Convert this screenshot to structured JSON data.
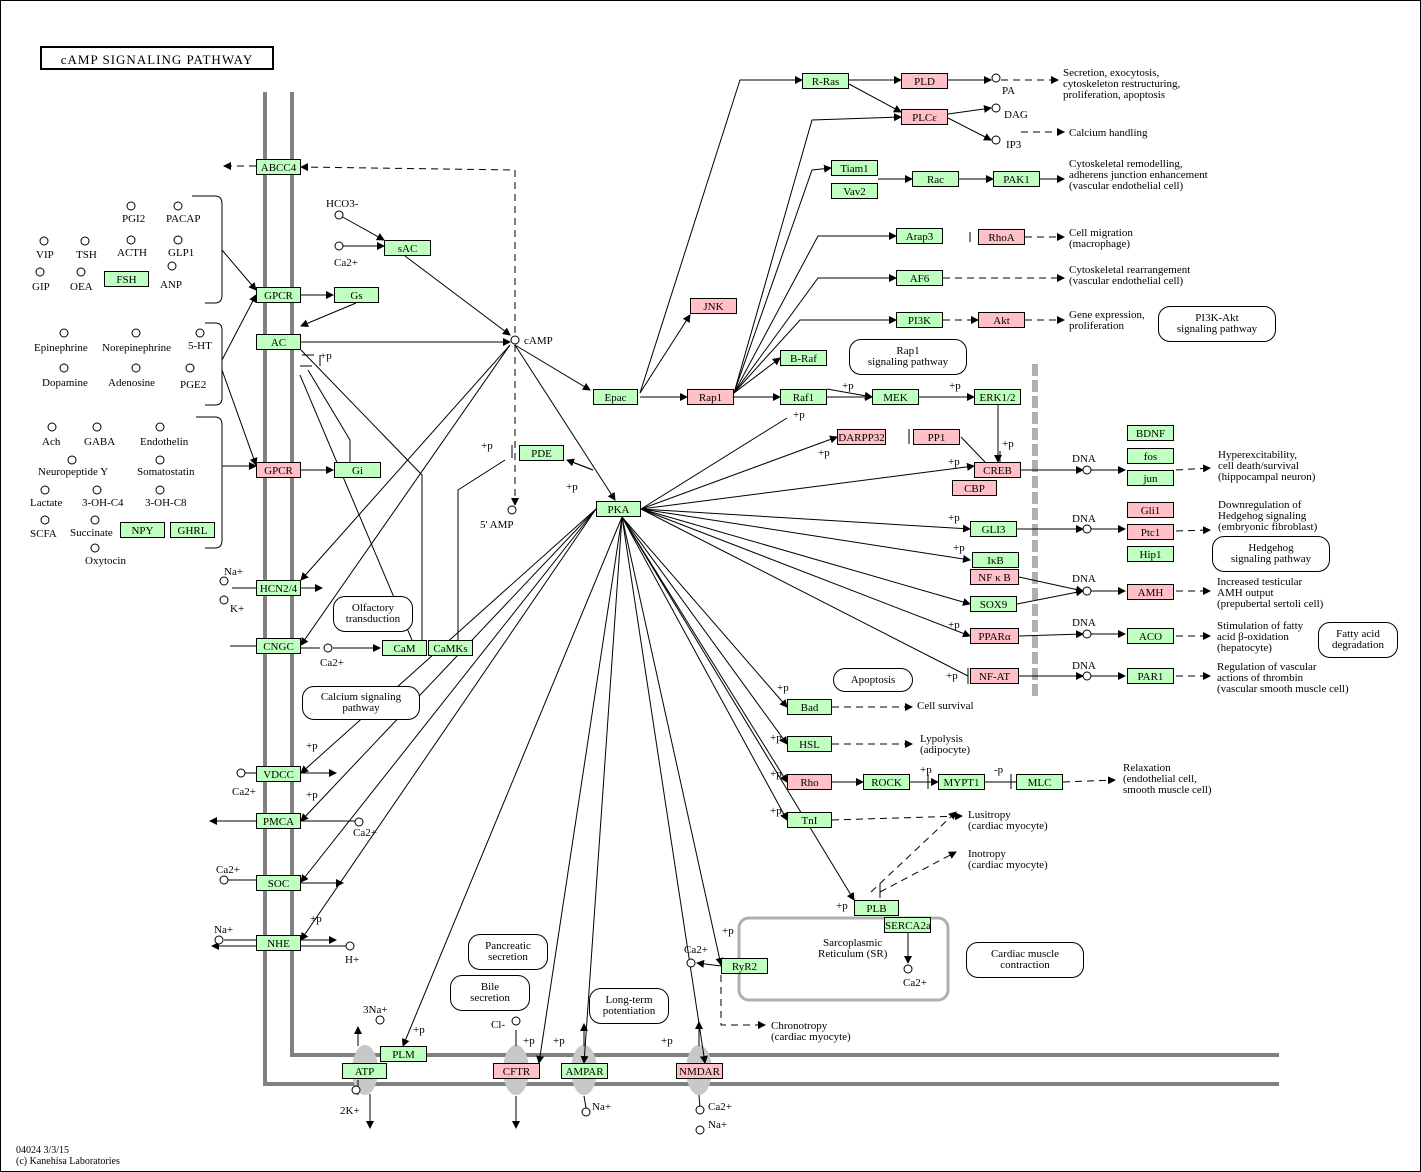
{
  "title": "cAMP SIGNALING PATHWAY",
  "footer": {
    "line1": "04024 3/3/15",
    "line2": "(c) Kanehisa Laboratories"
  },
  "colors": {
    "gene_green": "#bfffbf",
    "gene_pink": "#ffc0c8",
    "membrane": "#808080"
  },
  "genes": [
    {
      "id": "abcc4",
      "label": "ABCC4",
      "color": "green"
    },
    {
      "id": "gpcr1",
      "label": "GPCR",
      "color": "green"
    },
    {
      "id": "gs",
      "label": "Gs",
      "color": "green"
    },
    {
      "id": "ac",
      "label": "AC",
      "color": "green"
    },
    {
      "id": "gpcr2",
      "label": "GPCR",
      "color": "pink"
    },
    {
      "id": "gi",
      "label": "Gi",
      "color": "green"
    },
    {
      "id": "hcn",
      "label": "HCN2/4",
      "color": "green"
    },
    {
      "id": "cngc",
      "label": "CNGC",
      "color": "green"
    },
    {
      "id": "cam",
      "label": "CaM",
      "color": "green"
    },
    {
      "id": "camks",
      "label": "CaMKs",
      "color": "green"
    },
    {
      "id": "vdcc",
      "label": "VDCC",
      "color": "green"
    },
    {
      "id": "pmca",
      "label": "PMCA",
      "color": "green"
    },
    {
      "id": "soc",
      "label": "SOC",
      "color": "green"
    },
    {
      "id": "nhe",
      "label": "NHE",
      "color": "green"
    },
    {
      "id": "fsh",
      "label": "FSH",
      "color": "green"
    },
    {
      "id": "npy",
      "label": "NPY",
      "color": "green"
    },
    {
      "id": "ghrl",
      "label": "GHRL",
      "color": "green"
    },
    {
      "id": "sac",
      "label": "sAC",
      "color": "green"
    },
    {
      "id": "pde",
      "label": "PDE",
      "color": "green"
    },
    {
      "id": "pka",
      "label": "PKA",
      "color": "green"
    },
    {
      "id": "epac",
      "label": "Epac",
      "color": "green"
    },
    {
      "id": "rap1",
      "label": "Rap1",
      "color": "pink"
    },
    {
      "id": "jnk",
      "label": "JNK",
      "color": "pink"
    },
    {
      "id": "rras",
      "label": "R-Ras",
      "color": "green"
    },
    {
      "id": "pld",
      "label": "PLD",
      "color": "pink"
    },
    {
      "id": "plce",
      "label": "PLCε",
      "color": "pink"
    },
    {
      "id": "tiam1",
      "label": "Tiam1",
      "color": "green"
    },
    {
      "id": "vav2",
      "label": "Vav2",
      "color": "green"
    },
    {
      "id": "rac",
      "label": "Rac",
      "color": "green"
    },
    {
      "id": "pak1",
      "label": "PAK1",
      "color": "green"
    },
    {
      "id": "arap3",
      "label": "Arap3",
      "color": "green"
    },
    {
      "id": "rhoa",
      "label": "RhoA",
      "color": "pink"
    },
    {
      "id": "af6",
      "label": "AF6",
      "color": "green"
    },
    {
      "id": "pi3k",
      "label": "PI3K",
      "color": "green"
    },
    {
      "id": "akt",
      "label": "Akt",
      "color": "pink"
    },
    {
      "id": "braf",
      "label": "B-Raf",
      "color": "green"
    },
    {
      "id": "raf1",
      "label": "Raf1",
      "color": "green"
    },
    {
      "id": "mek",
      "label": "MEK",
      "color": "green"
    },
    {
      "id": "erk",
      "label": "ERK1/2",
      "color": "green"
    },
    {
      "id": "darpp",
      "label": "DARPP32",
      "color": "pink"
    },
    {
      "id": "pp1",
      "label": "PP1",
      "color": "pink"
    },
    {
      "id": "creb",
      "label": "CREB",
      "color": "pink"
    },
    {
      "id": "cbp",
      "label": "CBP",
      "color": "pink"
    },
    {
      "id": "bdnf",
      "label": "BDNF",
      "color": "green"
    },
    {
      "id": "fos",
      "label": "fos",
      "color": "green"
    },
    {
      "id": "jun",
      "label": "jun",
      "color": "green"
    },
    {
      "id": "gli3",
      "label": "GLI3",
      "color": "green"
    },
    {
      "id": "gli1",
      "label": "Gli1",
      "color": "pink"
    },
    {
      "id": "ptc1",
      "label": "Ptc1",
      "color": "pink"
    },
    {
      "id": "hip1",
      "label": "Hip1",
      "color": "green"
    },
    {
      "id": "ikb",
      "label": "IκB",
      "color": "green"
    },
    {
      "id": "nfkb",
      "label": "NF κ B",
      "color": "pink"
    },
    {
      "id": "sox9",
      "label": "SOX9",
      "color": "green"
    },
    {
      "id": "amh",
      "label": "AMH",
      "color": "pink"
    },
    {
      "id": "ppara",
      "label": "PPARα",
      "color": "pink"
    },
    {
      "id": "aco",
      "label": "ACO",
      "color": "green"
    },
    {
      "id": "nfat",
      "label": "NF-AT",
      "color": "pink"
    },
    {
      "id": "par1",
      "label": "PAR1",
      "color": "green"
    },
    {
      "id": "bad",
      "label": "Bad",
      "color": "green"
    },
    {
      "id": "hsl",
      "label": "HSL",
      "color": "green"
    },
    {
      "id": "rho",
      "label": "Rho",
      "color": "pink"
    },
    {
      "id": "rock",
      "label": "ROCK",
      "color": "green"
    },
    {
      "id": "mypt1",
      "label": "MYPT1",
      "color": "green"
    },
    {
      "id": "mlc",
      "label": "MLC",
      "color": "green"
    },
    {
      "id": "tni",
      "label": "TnI",
      "color": "green"
    },
    {
      "id": "plb",
      "label": "PLB",
      "color": "green"
    },
    {
      "id": "serca",
      "label": "SERCA2a",
      "color": "green"
    },
    {
      "id": "ryr2",
      "label": "RyR2",
      "color": "green"
    },
    {
      "id": "plm",
      "label": "PLM",
      "color": "green"
    },
    {
      "id": "atp",
      "label": "ATP",
      "color": "green"
    },
    {
      "id": "cftr",
      "label": "CFTR",
      "color": "pink"
    },
    {
      "id": "ampar",
      "label": "AMPAR",
      "color": "green"
    },
    {
      "id": "nmdar",
      "label": "NMDAR",
      "color": "pink"
    }
  ],
  "maps": [
    {
      "id": "olfactory",
      "label": "Olfactory\ntransduction"
    },
    {
      "id": "calcium",
      "label": "Calcium signaling\npathway"
    },
    {
      "id": "pi3kakt",
      "label": "PI3K-Akt\nsignaling pathway"
    },
    {
      "id": "rap1sig",
      "label": "Rap1\nsignaling pathway"
    },
    {
      "id": "apoptosis",
      "label": "Apoptosis"
    },
    {
      "id": "hedgehog",
      "label": "Hedgehog\nsignaling pathway"
    },
    {
      "id": "fattyacid",
      "label": "Fatty acid\ndegradation"
    },
    {
      "id": "pancreatic",
      "label": "Pancreatic\nsecretion"
    },
    {
      "id": "bile",
      "label": "Bile\nsecretion"
    },
    {
      "id": "ltp",
      "label": "Long-term\npotentiation"
    },
    {
      "id": "cardiac",
      "label": "Cardiac muscle\ncontraction"
    }
  ],
  "compounds": [
    {
      "id": "pgi2",
      "label": "PGI2"
    },
    {
      "id": "pacap",
      "label": "PACAP"
    },
    {
      "id": "vip",
      "label": "VIP"
    },
    {
      "id": "tsh",
      "label": "TSH"
    },
    {
      "id": "acth",
      "label": "ACTH"
    },
    {
      "id": "glp1",
      "label": "GLP1"
    },
    {
      "id": "gip",
      "label": "GIP"
    },
    {
      "id": "oea",
      "label": "OEA"
    },
    {
      "id": "anp",
      "label": "ANP"
    },
    {
      "id": "epinephrine",
      "label": "Epinephrine"
    },
    {
      "id": "norepinephrine",
      "label": "Norepinephrine"
    },
    {
      "id": "ht5",
      "label": "5-HT"
    },
    {
      "id": "dopamine",
      "label": "Dopamine"
    },
    {
      "id": "adenosine",
      "label": "Adenosine"
    },
    {
      "id": "pge2",
      "label": "PGE2"
    },
    {
      "id": "ach",
      "label": "Ach"
    },
    {
      "id": "gaba",
      "label": "GABA"
    },
    {
      "id": "endothelin",
      "label": "Endothelin"
    },
    {
      "id": "neuropeptidey",
      "label": "Neuropeptide Y"
    },
    {
      "id": "somatostatin",
      "label": "Somatostatin"
    },
    {
      "id": "lactate",
      "label": "Lactate"
    },
    {
      "id": "ohc4",
      "label": "3-OH-C4"
    },
    {
      "id": "ohc8",
      "label": "3-OH-C8"
    },
    {
      "id": "scfa",
      "label": "SCFA"
    },
    {
      "id": "succinate",
      "label": "Succinate"
    },
    {
      "id": "oxytocin",
      "label": "Oxytocin"
    },
    {
      "id": "hco3",
      "label": "HCO3-"
    },
    {
      "id": "ca_sac",
      "label": "Ca2+"
    },
    {
      "id": "camp",
      "label": "cAMP"
    },
    {
      "id": "amp5",
      "label": "5' AMP"
    },
    {
      "id": "na_hcn",
      "label": "Na+"
    },
    {
      "id": "k_hcn",
      "label": "K+"
    },
    {
      "id": "ca_cngc",
      "label": "Ca2+"
    },
    {
      "id": "ca_vdcc",
      "label": "Ca2+"
    },
    {
      "id": "ca_pmca",
      "label": "Ca2+"
    },
    {
      "id": "ca_soc",
      "label": "Ca2+"
    },
    {
      "id": "na_nhe",
      "label": "Na+"
    },
    {
      "id": "h_nhe",
      "label": "H+"
    },
    {
      "id": "na3",
      "label": "3Na+"
    },
    {
      "id": "k2",
      "label": "2K+"
    },
    {
      "id": "cl",
      "label": "Cl-"
    },
    {
      "id": "na_ampar",
      "label": "Na+"
    },
    {
      "id": "ca_nmdar",
      "label": "Ca2+"
    },
    {
      "id": "na_nmdar",
      "label": "Na+"
    },
    {
      "id": "ca_ryr",
      "label": "Ca2+"
    },
    {
      "id": "ca_sr",
      "label": "Ca2+"
    },
    {
      "id": "pa",
      "label": "PA"
    },
    {
      "id": "dag",
      "label": "DAG"
    },
    {
      "id": "ip3",
      "label": "IP3"
    },
    {
      "id": "dna1",
      "label": "DNA"
    },
    {
      "id": "dna2",
      "label": "DNA"
    },
    {
      "id": "dna3",
      "label": "DNA"
    },
    {
      "id": "dna4",
      "label": "DNA"
    },
    {
      "id": "dna5",
      "label": "DNA"
    }
  ],
  "outcomes": [
    {
      "id": "o_secretion",
      "label": "Secretion, exocytosis,\ncytoskeleton restructuring,\nproliferation, apoptosis"
    },
    {
      "id": "o_calcium",
      "label": "Calcium handling"
    },
    {
      "id": "o_cyto1",
      "label": "Cytoskeletal remodelling,\nadherens junction enhancement\n(vascular endothelial cell)"
    },
    {
      "id": "o_migration",
      "label": "Cell migration\n(macrophage)"
    },
    {
      "id": "o_cyto2",
      "label": "Cytoskeletal rearrangement\n(vascular endothelial cell)"
    },
    {
      "id": "o_gene",
      "label": "Gene expression,\nproliferation"
    },
    {
      "id": "o_hyper",
      "label": "Hyperexcitability,\ncell death/survival\n(hippocampal neuron)"
    },
    {
      "id": "o_hedge",
      "label": "Downregulation of\nHedgehog signaling\n(embryonic fibroblast)"
    },
    {
      "id": "o_amh",
      "label": "Increased testicular\nAMH output\n(prepubertal sertoli cell)"
    },
    {
      "id": "o_fatty",
      "label": "Stimulation of fatty\nacid β-oxidation\n(hepatocyte)"
    },
    {
      "id": "o_thrombin",
      "label": "Regulation of vascular\nactions of thrombin\n(vascular smooth muscle cell)"
    },
    {
      "id": "o_survival",
      "label": "Cell survival"
    },
    {
      "id": "o_lipolysis",
      "label": "Lypolysis\n(adipocyte)"
    },
    {
      "id": "o_relax",
      "label": "Relaxation\n(endothelial cell,\nsmooth muscle cell)"
    },
    {
      "id": "o_lusitropy",
      "label": "Lusitropy\n(cardiac myocyte)"
    },
    {
      "id": "o_inotropy",
      "label": "Inotropy\n(cardiac myocyte)"
    },
    {
      "id": "o_chrono",
      "label": "Chronotropy\n(cardiac myocyte)"
    },
    {
      "id": "o_sr",
      "label": "Sarcoplasmic\nReticulum (SR)"
    }
  ],
  "edge_labels": {
    "plus_p": "+p",
    "minus_p": "-p"
  }
}
